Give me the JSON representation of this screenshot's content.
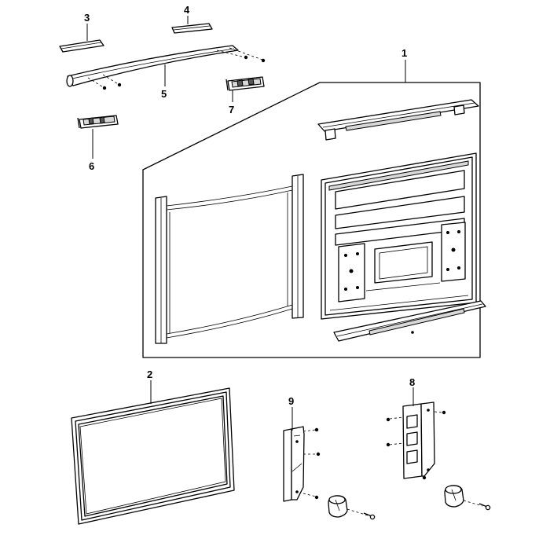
{
  "labels": {
    "part1": "1",
    "part2": "2",
    "part3": "3",
    "part4": "4",
    "part5": "5",
    "part6": "6",
    "part7": "7",
    "part8": "8",
    "part9": "9"
  }
}
